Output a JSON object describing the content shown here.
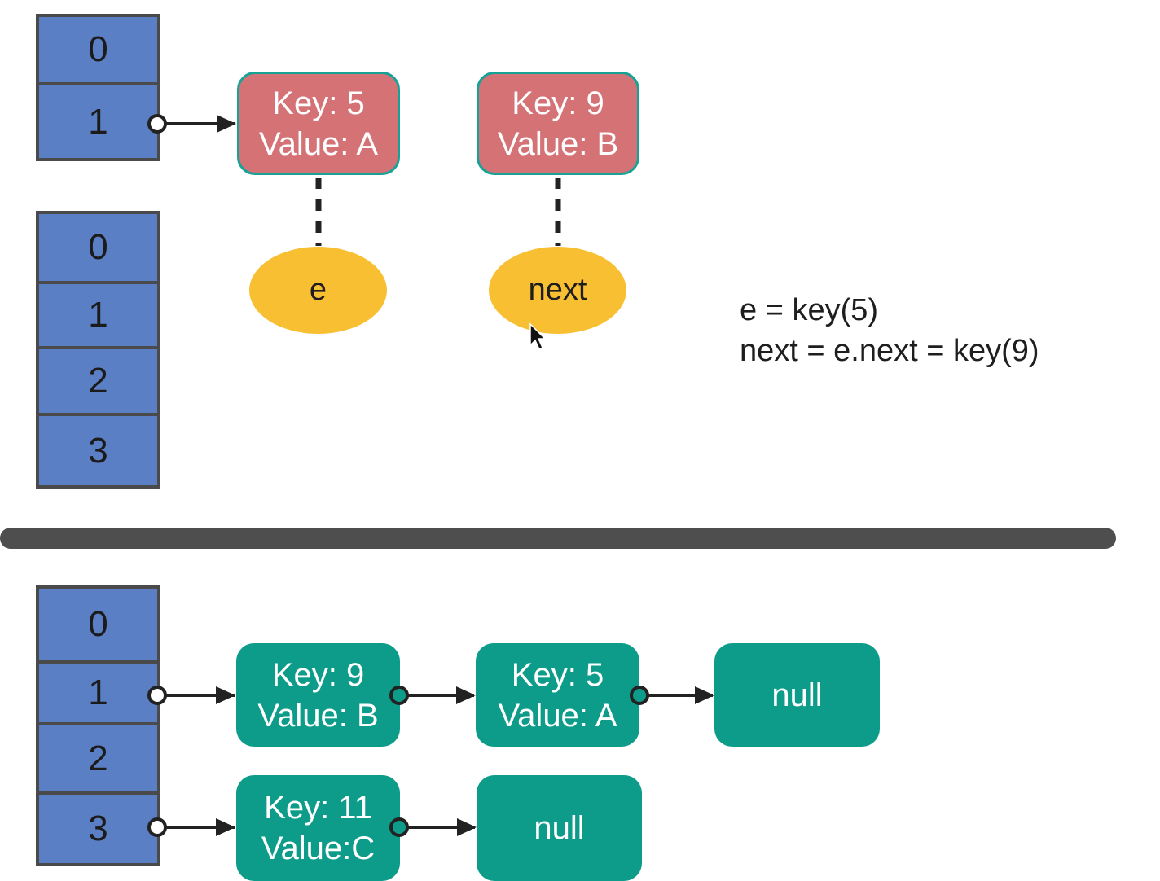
{
  "top_section": {
    "array_a": {
      "cells": [
        "0",
        "1"
      ]
    },
    "array_b": {
      "cells": [
        "0",
        "1",
        "2",
        "3"
      ]
    },
    "node_key5": {
      "key": "Key: 5",
      "value": "Value: A"
    },
    "node_key9": {
      "key": "Key: 9",
      "value": "Value: B"
    },
    "pointer_e": {
      "label": "e"
    },
    "pointer_next": {
      "label": "next"
    },
    "equations": [
      "e = key(5)",
      "next = e.next = key(9)"
    ]
  },
  "bottom_section": {
    "array": {
      "cells": [
        "0",
        "1",
        "2",
        "3"
      ]
    },
    "bucket1_chain": [
      {
        "key": "Key: 9",
        "value": "Value: B"
      },
      {
        "key": "Key: 5",
        "value": "Value: A"
      },
      {
        "null_label": "null"
      }
    ],
    "bucket3_chain": [
      {
        "key": "Key: 11",
        "value": "Value:C"
      },
      {
        "null_label": "null"
      }
    ]
  },
  "colors": {
    "bucket_cell": "#5b7fc4",
    "bucket_border": "#4a4a4a",
    "old_node": "#d47276",
    "new_node": "#0e9c8a",
    "pointer": "#f8bf33",
    "divider": "#4e4e4e"
  }
}
